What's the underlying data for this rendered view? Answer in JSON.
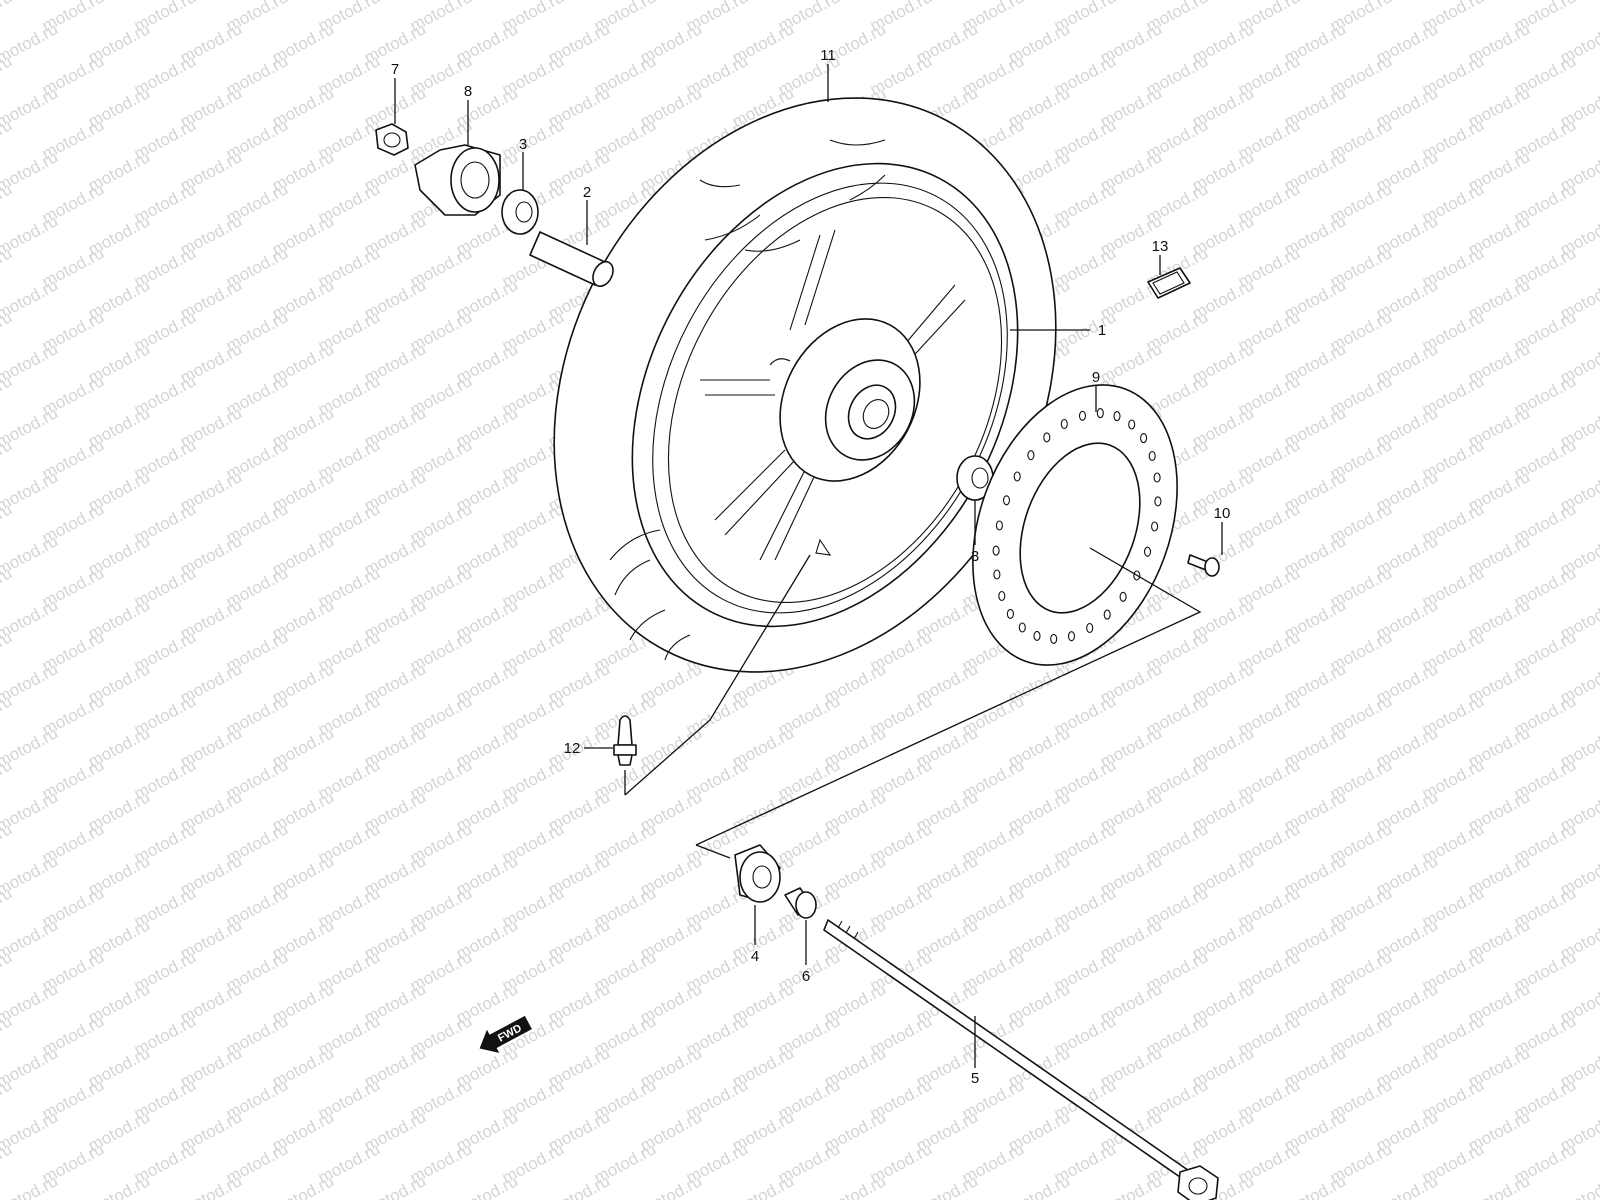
{
  "watermark": {
    "text": "motod.ru",
    "color": "#d4d4d4"
  },
  "direction_marker": {
    "text": "FWD",
    "icon": "forward-arrow-icon"
  },
  "callouts": [
    {
      "id": "1",
      "text": "1"
    },
    {
      "id": "2",
      "text": "2"
    },
    {
      "id": "3a",
      "text": "3"
    },
    {
      "id": "3b",
      "text": "3"
    },
    {
      "id": "4",
      "text": "4"
    },
    {
      "id": "5",
      "text": "5"
    },
    {
      "id": "6",
      "text": "6"
    },
    {
      "id": "7",
      "text": "7"
    },
    {
      "id": "8",
      "text": "8"
    },
    {
      "id": "9",
      "text": "9"
    },
    {
      "id": "10",
      "text": "10"
    },
    {
      "id": "11",
      "text": "11"
    },
    {
      "id": "12",
      "text": "12"
    },
    {
      "id": "13",
      "text": "13"
    }
  ]
}
